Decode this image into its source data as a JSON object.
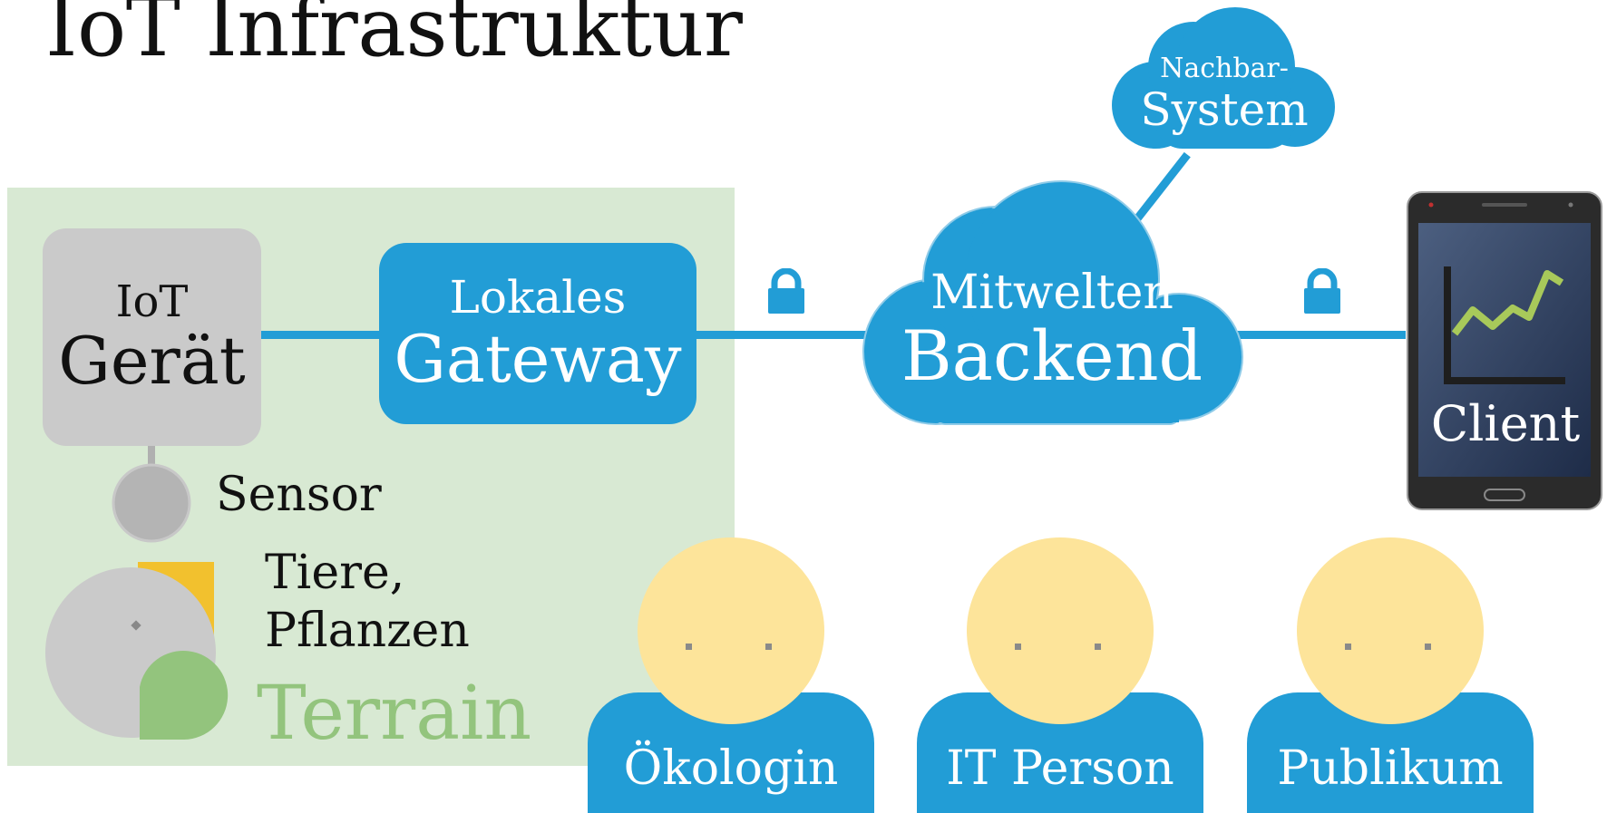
{
  "title": "IoT Infrastruktur",
  "nodes": {
    "device": {
      "line1": "IoT",
      "line2": "Gerät"
    },
    "sensor": "Sensor",
    "subjects": {
      "line1": "Tiere,",
      "line2": "Pflanzen"
    },
    "terrain": "Terrain",
    "gateway": {
      "line1": "Lokales",
      "line2": "Gateway"
    },
    "backend": {
      "line1": "Mitwelten",
      "line2": "Backend"
    },
    "neighbor": {
      "line1": "Nachbar-",
      "line2": "System"
    },
    "client": "Client"
  },
  "persons": [
    {
      "label": "Ökologin"
    },
    {
      "label": "IT Person"
    },
    {
      "label": "Publikum"
    }
  ],
  "colors": {
    "accent": "#229dd6",
    "terrain_bg": "#d8e9d3",
    "device_gray": "#cacaca",
    "terrain_green": "#93c47d",
    "leaf_green": "#93c47d",
    "face": "#fde49a",
    "yellow": "#f2c12e",
    "phone_frame": "#2b2b2b",
    "chart_line": "#a8c95a"
  },
  "icons": [
    "lock-icon",
    "cloud-icon",
    "phone-icon",
    "line-chart-icon",
    "person-icon"
  ]
}
